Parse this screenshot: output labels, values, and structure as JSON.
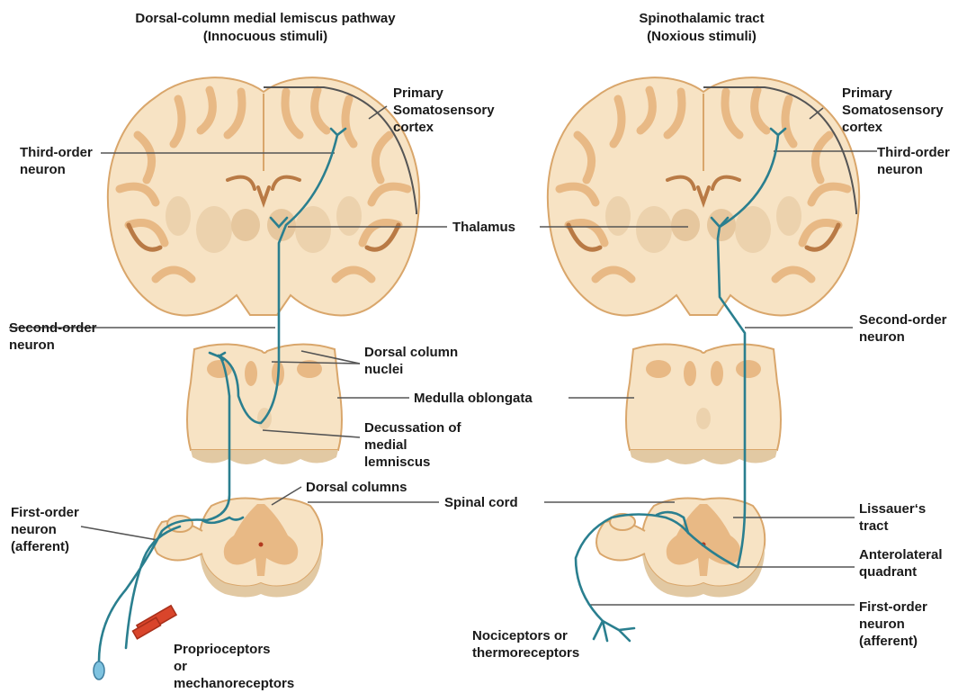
{
  "titles": {
    "left": "Dorsal-column medial lemiscus pathway\n(Innocuous stimuli)",
    "right": "Spinothalamic tract\n(Noxious stimuli)"
  },
  "labels": {
    "left_primary_cortex": "Primary\nSomatosensory\ncortex",
    "left_third_order": "Third-order\nneuron",
    "thalamus": "Thalamus",
    "left_second_order": "Second-order\nneuron",
    "dorsal_column_nuclei": "Dorsal column\nnuclei",
    "medulla": "Medulla oblongata",
    "decussation": "Decussation of\nmedial\nlemniscus",
    "dorsal_columns": "Dorsal columns",
    "spinal_cord": "Spinal cord",
    "left_first_order": "First-order\nneuron\n(afferent)",
    "proprioceptors": "Proprioceptors\nor\nmechanoreceptors",
    "right_primary_cortex": "Primary\nSomatosensory\ncortex",
    "right_third_order": "Third-order\nneuron",
    "right_second_order": "Second-order\nneuron",
    "lissauer": "Lissauer‘s\ntract",
    "anterolateral": "Anterolateral\nquadrant",
    "right_first_order": "First-order\nneuron\n(afferent)",
    "nociceptors": "Nociceptors or\nthermoreceptors"
  },
  "colors": {
    "tissue": "#f7e3c4",
    "tissue_edge": "#d9a66b",
    "gray_matter": "#e8b985",
    "shadow": "#e2c9a3",
    "neuron": "#2a7f8f",
    "leader": "#555555",
    "receptor_red": "#d9452b",
    "receptor_blue": "#7fc3e0"
  }
}
